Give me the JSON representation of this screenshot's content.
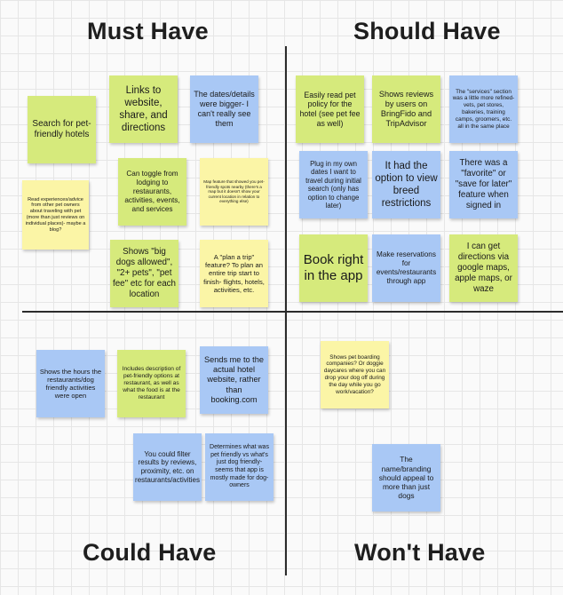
{
  "quadrants": {
    "must_have": "Must Have",
    "should_have": "Should Have",
    "could_have": "Could Have",
    "wont_have": "Won't Have"
  },
  "colors": {
    "lime": "#d6ea7c",
    "blue": "#a9c8f5",
    "yellow": "#fbf5a6",
    "axis": "#2b2b2b"
  },
  "notes": {
    "search_hotels": "Search for pet-friendly hotels",
    "links_website": "Links to website, share, and directions",
    "dates_bigger": "The dates/details were bigger- I can't really see them",
    "read_experiences": "Read experiences/advice from other pet owners about traveling with pet (more than just reviews on individual places)- maybe a blog?",
    "toggle_lodging": "Can toggle from lodging to restaurants, activities, events, and services",
    "map_feature": "Map feature that showed you pet-friendly spots nearby (there's a map but it doesn't show your current location in relation to everything else)",
    "big_dogs": "Shows \"big dogs allowed\", \"2+ pets\", \"pet fee\" etc for each location",
    "plan_trip": "A \"plan a trip\" feature? To plan an entire trip start to finish- flights, hotels, activities, etc.",
    "pet_policy": "Easily read pet policy for the hotel (see pet fee as well)",
    "reviews_bringfido": "Shows reviews by users on BringFido and TripAdvisor",
    "services_refined": "The \"services\" section was a little more refined- vets, pet stores, bakeries, training camps, groomers, etc. all in the same place",
    "plug_dates": "Plug in my own dates I want to travel during initial search (only has option to change later)",
    "breed_restrictions": "It had the option to view breed restrictions",
    "favorite": "There was a \"favorite\" or \"save for later\" feature when signed in",
    "book_right": "Book right in the app",
    "make_reservations": "Make reservations for events/restaurants through app",
    "directions_maps": "I can get directions via google maps, apple maps, or waze",
    "hours_restaurants": "Shows the hours the restaurants/dog friendly activities were open",
    "pet_options_desc": "Includes description of pet-friendly options at restaurant, as well as what the food is at the restaurant",
    "actual_website": "Sends me to the actual hotel website, rather than booking.com",
    "filter_results": "You could filter results by reviews, proximity, etc. on restaurants/activities",
    "pet_vs_dog": "Determines what was pet friendly vs what's just dog friendly- seems that app is mostly made for dog-owners",
    "pet_boarding": "Shows pet boarding companies? Or doggie daycares where you can drop your dog off during the day while you go work/vacation?",
    "name_branding": "The name/branding should appeal to more than just dogs"
  }
}
